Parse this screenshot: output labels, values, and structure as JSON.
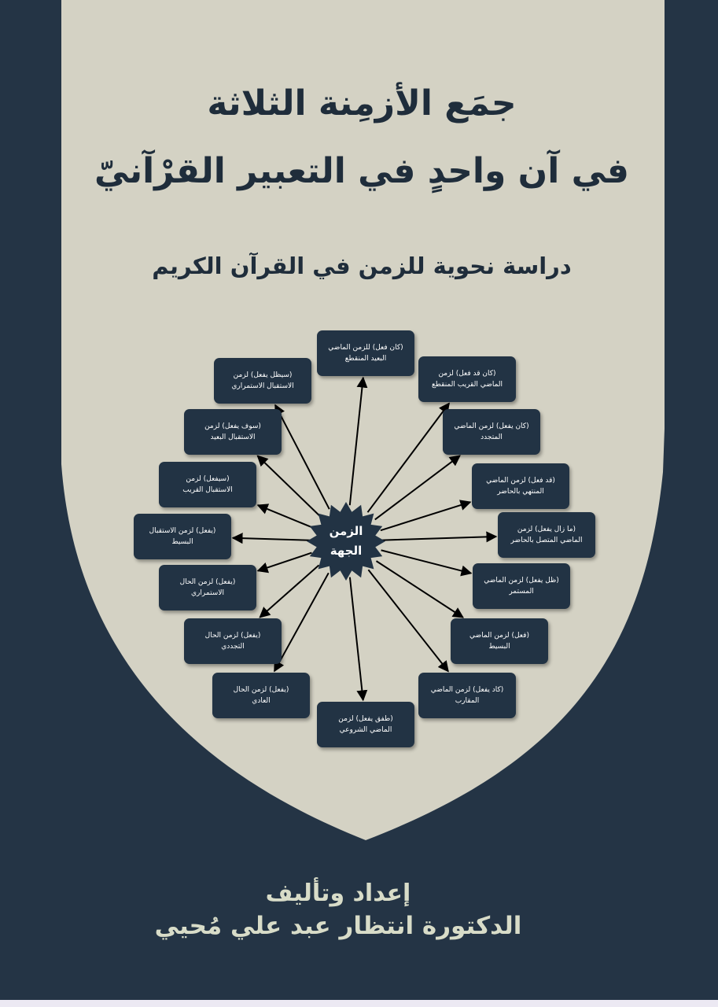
{
  "colors": {
    "background": "#243445",
    "shield": "#d4d2c4",
    "node_fill": "#223344",
    "node_text": "#ffffff",
    "title_text": "#1f2d3b",
    "footer_text": "#d8dcc8"
  },
  "title_line1": "جمَع الأزمِنة الثلاثة",
  "title_line2": "في آن واحدٍ في التعبير القرْآنيّ",
  "subtitle": "دراسة نحوية  للزمن في القرآن الكريم",
  "diagram": {
    "center_label": "الزمن\nالجهة",
    "nodes": [
      "(كان فعل) للزمن الماضي\nالبعيد المنقطع",
      "(كان قد فعل) لزمن\nالماضي القريب المنقطع",
      "(كان يفعل) لزمن الماضي\nالمتجدد",
      "(قد فعل) لزمن الماضي\nالمنتهي بالحاضر",
      "(ما زال يفعل) لزمن\nالماضي المتصل بالحاضر",
      "(ظل يفعل) لزمن الماضي\nالمستمر",
      "(فعل) لزمن الماضي\nالبسيط",
      "(كاد يفعل) لزمن الماضي\nالمقارب",
      "(طفق يفعل) لزمن\nالماضي الشروعي",
      "(يفعل) لزمن الحال\nالعادي",
      "(يفعل) لزمن الحال\nالتجددي",
      "(يفعل) لزمن الحال\nالاستمراري",
      "(يفعل) لزمن الاستقبال\nالبسيط",
      "(سيفعل) لزمن\nالاستقبال القريب",
      "(سوف يفعل) لزمن\nالاستقبال البعيد",
      "(سيظل يفعل) لزمن\nالاستقبال الاستمراري"
    ]
  },
  "prepared_by_label": "إعداد وتأليف",
  "author_name": "الدكتورة  انتظار عبد علي مُحيي"
}
